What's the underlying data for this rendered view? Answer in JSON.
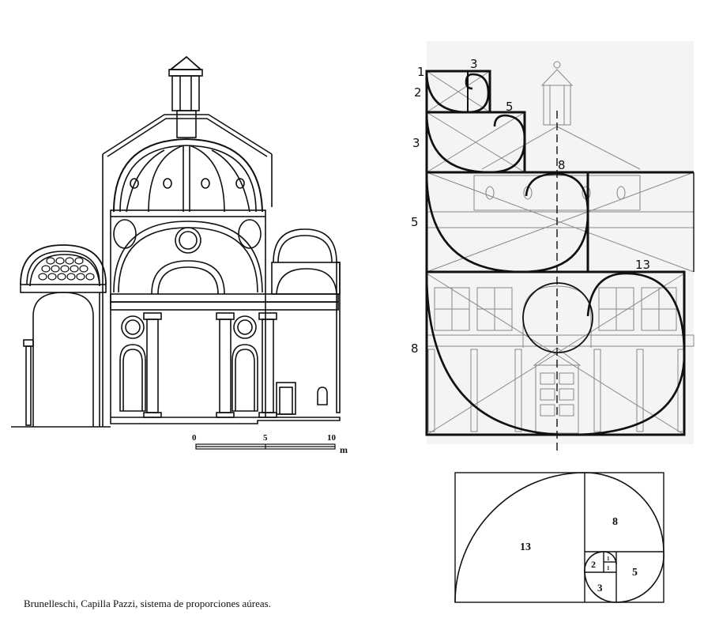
{
  "caption": "Brunelleschi, Capilla Pazzi, sistema de proporciones aúreas.",
  "scale_bar": {
    "labels": [
      "0",
      "5",
      "10"
    ],
    "unit": "m"
  },
  "facade_labels": {
    "left": [
      "1",
      "2",
      "3",
      "5",
      "8"
    ],
    "spiral": [
      "3",
      "5",
      "8",
      "13"
    ]
  },
  "golden_rectangle": {
    "squares": [
      "13",
      "8",
      "5",
      "3",
      "2",
      "1",
      "1"
    ]
  },
  "colors": {
    "ink": "#111111",
    "pencil": "#888888",
    "paper": "#ffffff"
  }
}
